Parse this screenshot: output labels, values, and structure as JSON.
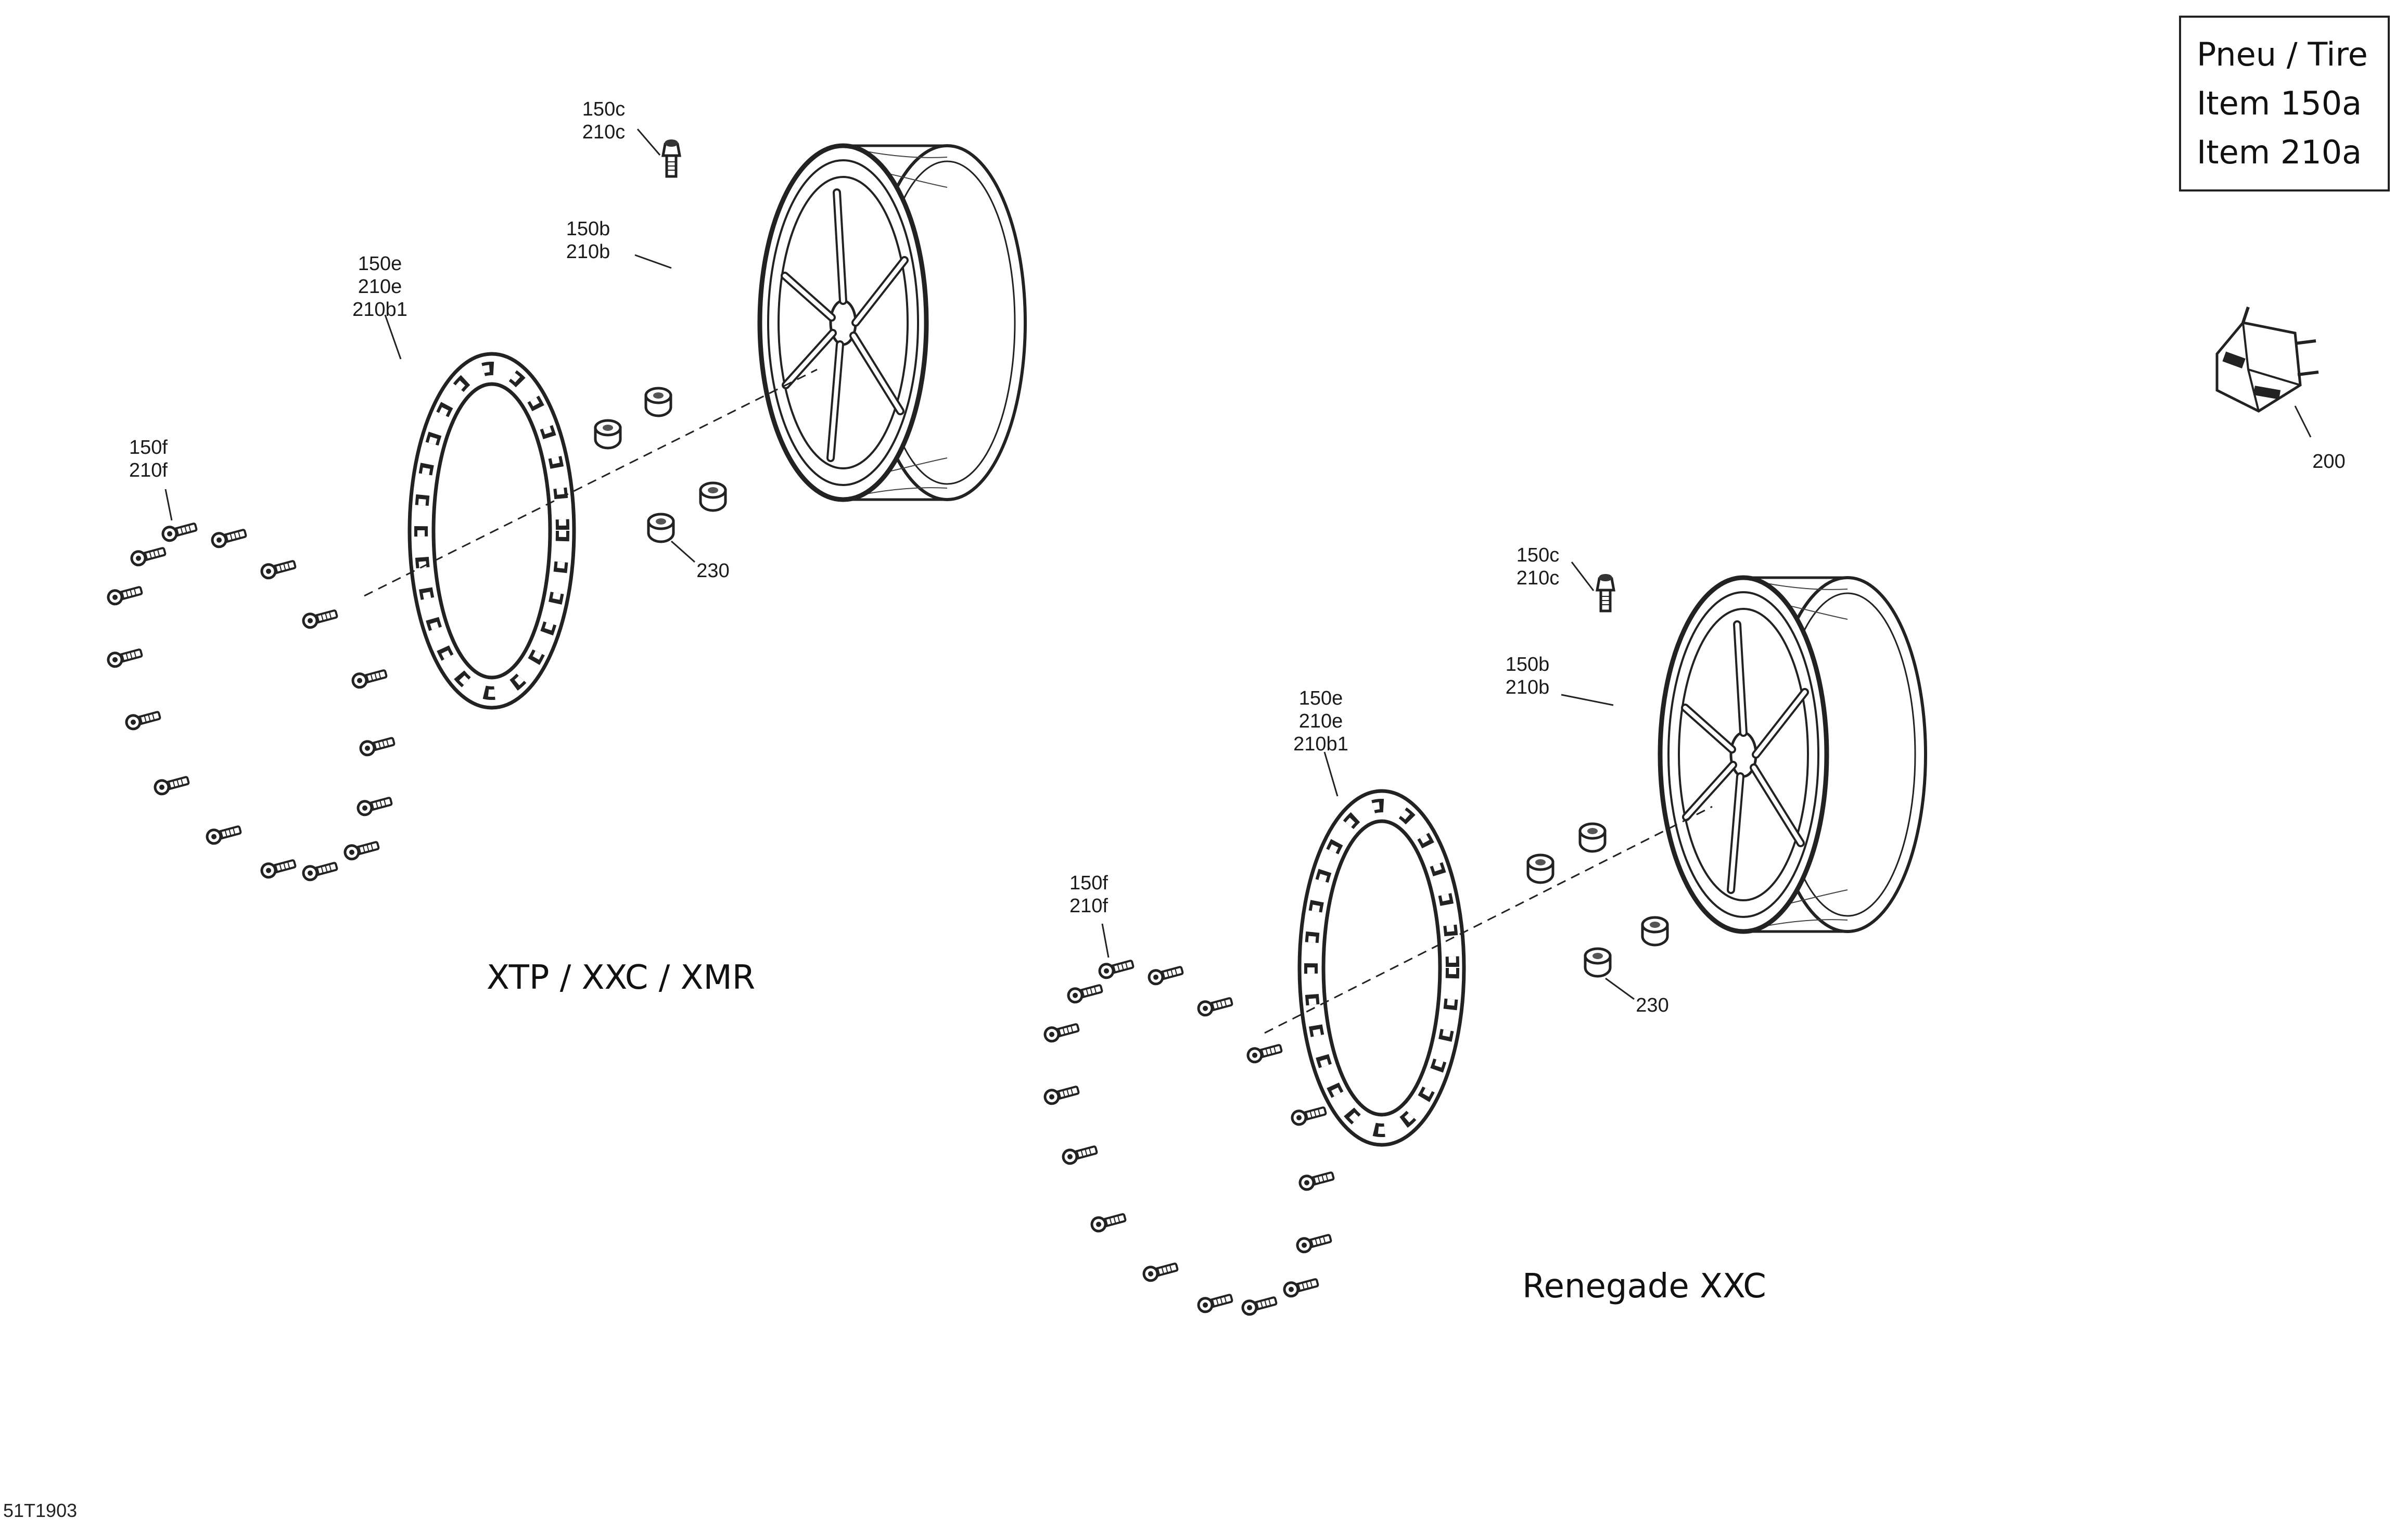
{
  "tire_box": {
    "line1": "Pneu / Tire",
    "line2": "Item 150a",
    "line3": "Item 210a"
  },
  "models": {
    "left": "XTP / XXC / XMR",
    "right": "Renegade XXC"
  },
  "callouts": {
    "left": {
      "valve": [
        "150c",
        "210c"
      ],
      "wheel": [
        "150b",
        "210b"
      ],
      "ring": [
        "150e",
        "210e",
        "210b1"
      ],
      "bolts": [
        "150f",
        "210f"
      ],
      "nut": "230"
    },
    "right": {
      "valve": [
        "150c",
        "210c"
      ],
      "wheel": [
        "150b",
        "210b"
      ],
      "ring": [
        "150e",
        "210e",
        "210b1"
      ],
      "bolts": [
        "150f",
        "210f"
      ],
      "nut": "230"
    },
    "cap": "200"
  },
  "drawing_number": "51T1903"
}
